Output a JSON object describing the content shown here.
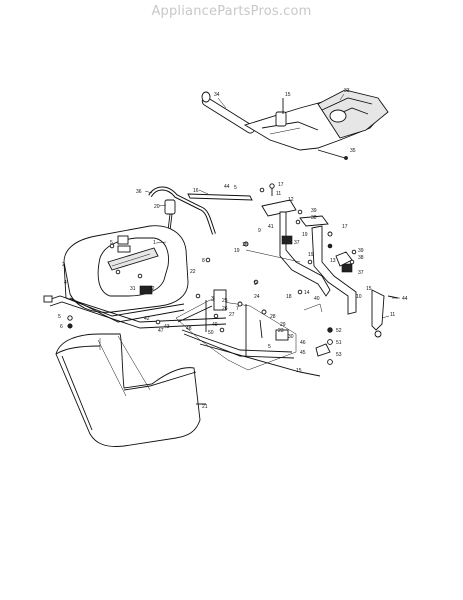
{
  "watermark": "AppliancePartsPros.com",
  "callouts": [
    {
      "id": "c34",
      "text": "34"
    },
    {
      "id": "c15a",
      "text": "15"
    },
    {
      "id": "c33",
      "text": "33"
    },
    {
      "id": "c35",
      "text": "35"
    },
    {
      "id": "c36",
      "text": "36"
    },
    {
      "id": "c16",
      "text": "16"
    },
    {
      "id": "c44a",
      "text": "44"
    },
    {
      "id": "c5a",
      "text": "5"
    },
    {
      "id": "c17a",
      "text": "17"
    },
    {
      "id": "c11",
      "text": "11"
    },
    {
      "id": "c12",
      "text": "12"
    },
    {
      "id": "c20",
      "text": "20"
    },
    {
      "id": "c39a",
      "text": "39"
    },
    {
      "id": "c38a",
      "text": "38"
    },
    {
      "id": "c41",
      "text": "41"
    },
    {
      "id": "c19a",
      "text": "19"
    },
    {
      "id": "c37a",
      "text": "37"
    },
    {
      "id": "c17b",
      "text": "17"
    },
    {
      "id": "c9a",
      "text": "9"
    },
    {
      "id": "c18a",
      "text": "18"
    },
    {
      "id": "c19b",
      "text": "19"
    },
    {
      "id": "c39b",
      "text": "39"
    },
    {
      "id": "c38b",
      "text": "38"
    },
    {
      "id": "c19c",
      "text": "19"
    },
    {
      "id": "c13",
      "text": "13"
    },
    {
      "id": "c1",
      "text": "1"
    },
    {
      "id": "c37b",
      "text": "37"
    },
    {
      "id": "c8",
      "text": "8"
    },
    {
      "id": "c22",
      "text": "22"
    },
    {
      "id": "c9b",
      "text": "9"
    },
    {
      "id": "c24",
      "text": "24"
    },
    {
      "id": "c14",
      "text": "14"
    },
    {
      "id": "c18b",
      "text": "18"
    },
    {
      "id": "c10",
      "text": "10"
    },
    {
      "id": "c15b",
      "text": "15"
    },
    {
      "id": "c44b",
      "text": "44"
    },
    {
      "id": "c31",
      "text": "31"
    },
    {
      "id": "c32",
      "text": "32"
    },
    {
      "id": "c3",
      "text": "3"
    },
    {
      "id": "c25",
      "text": "25"
    },
    {
      "id": "c26",
      "text": "26"
    },
    {
      "id": "c27",
      "text": "27"
    },
    {
      "id": "c11b",
      "text": "11"
    },
    {
      "id": "c7",
      "text": "7"
    },
    {
      "id": "c28",
      "text": "28"
    },
    {
      "id": "c29",
      "text": "29"
    },
    {
      "id": "c5b",
      "text": "5"
    },
    {
      "id": "c42",
      "text": "42"
    },
    {
      "id": "c43",
      "text": "43"
    },
    {
      "id": "c48",
      "text": "48"
    },
    {
      "id": "c23",
      "text": "23"
    },
    {
      "id": "c50",
      "text": "50"
    },
    {
      "id": "c6",
      "text": "6"
    },
    {
      "id": "c30",
      "text": "30"
    },
    {
      "id": "c5c",
      "text": "5"
    },
    {
      "id": "c46",
      "text": "46"
    },
    {
      "id": "c45",
      "text": "45"
    },
    {
      "id": "c52",
      "text": "52"
    },
    {
      "id": "c51",
      "text": "51"
    },
    {
      "id": "c53",
      "text": "53"
    },
    {
      "id": "c15c",
      "text": "15"
    },
    {
      "id": "c21",
      "text": "21"
    },
    {
      "id": "c4",
      "text": "4"
    },
    {
      "id": "c2",
      "text": "2"
    },
    {
      "id": "c47",
      "text": "47"
    },
    {
      "id": "c40",
      "text": "40"
    },
    {
      "id": "c49",
      "text": "49"
    },
    {
      "id": "c5d",
      "text": "5"
    }
  ]
}
